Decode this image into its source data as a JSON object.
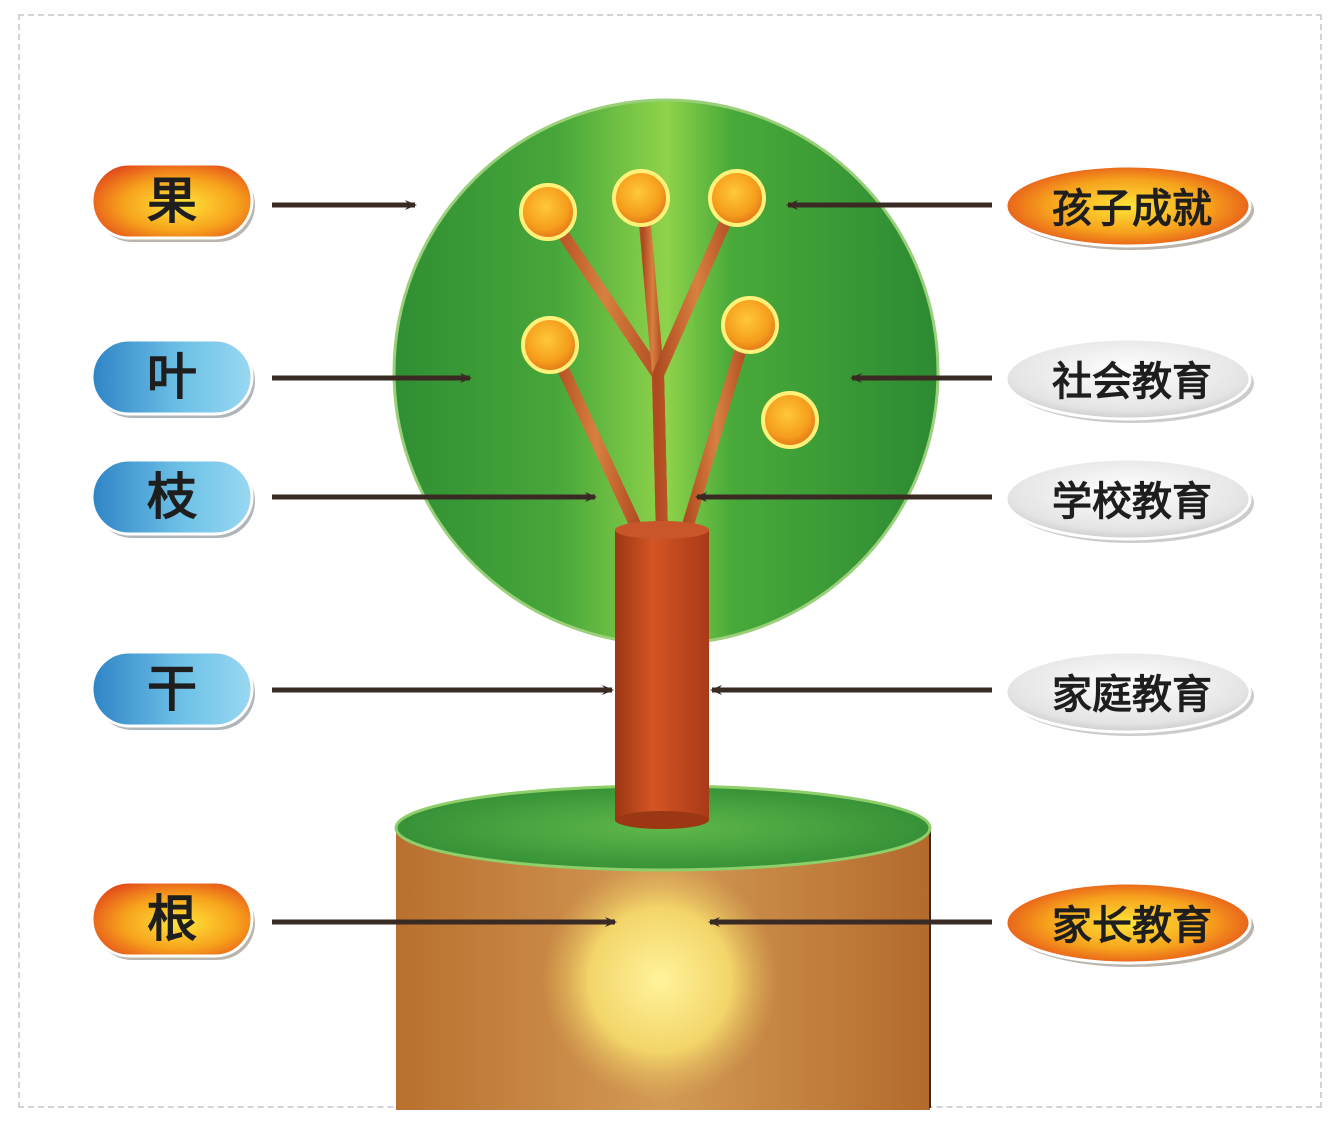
{
  "left_labels": [
    "果",
    "叶",
    "枝",
    "干",
    "根"
  ],
  "right_labels": [
    "孩子成就",
    "社会教育",
    "学校教育",
    "家庭教育",
    "家长教育"
  ],
  "colors": {
    "orange_pill": "#f59a1c",
    "blue_pill": "#4aa6d8",
    "silver_pill": "#dcdcdc",
    "canopy": "#3a9a3a",
    "trunk": "#c0481e",
    "fruit": "#f7a51e",
    "pot": "#c9823e",
    "arrow": "#3a2a24"
  }
}
